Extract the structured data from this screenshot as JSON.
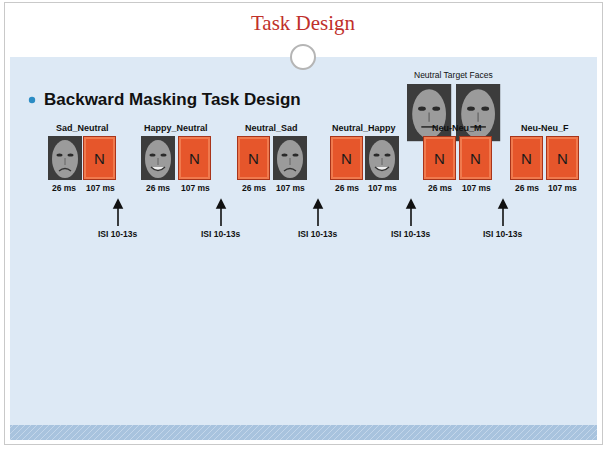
{
  "diagram": {
    "title": "Task Design",
    "nodes": [
      {
        "text": [
          "N"
        ]
      },
      {
        "text": [
          "N"
        ]
      },
      {
        "text": [
          "N"
        ]
      },
      {
        "text": [
          "N"
        ]
      },
      {
        "text": [
          "N"
        ]
      },
      {
        "text": [
          "N"
        ]
      },
      {
        "text": [
          "N"
        ]
      },
      {
        "text": [
          "N"
        ]
      }
    ],
    "labels": [
      "Backward Masking Task Design",
      "Neutral Target Faces",
      "Sad_Neutral",
      "Happy_Neutral",
      "Neutral_Sad",
      "Neutral_Happy",
      "Neu-Neu_M",
      "Neu-Neu_F",
      "26 ms",
      "107 ms",
      "26 ms",
      "107 ms",
      "26 ms",
      "107 ms",
      "26 ms",
      "107 ms",
      "26 ms",
      "107 ms",
      "26 ms",
      "107 ms",
      "ISI 10-13s",
      "ISI 10-13s",
      "ISI 10-13s",
      "ISI 10-13s",
      "ISI 10-13s"
    ]
  }
}
